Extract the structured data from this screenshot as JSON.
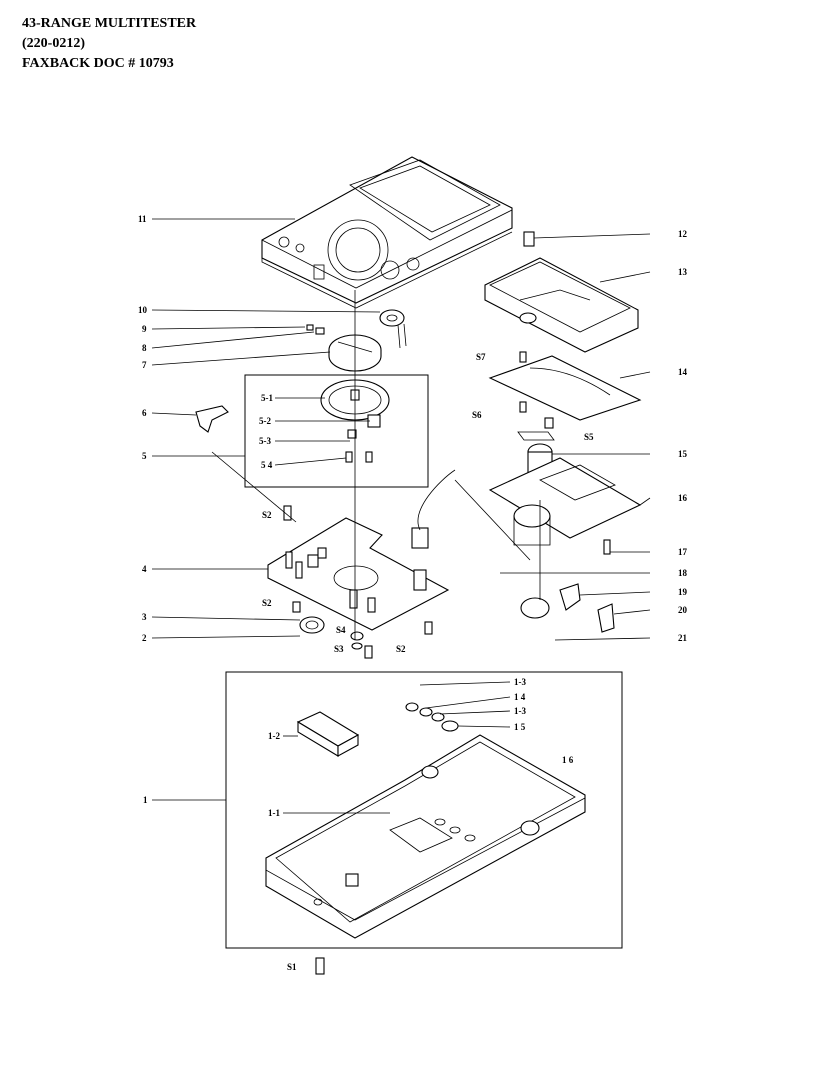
{
  "header": {
    "line1": "43-RANGE MULTITESTER",
    "line2": "(220-0212)",
    "line3": "FAXBACK DOC # 10793"
  },
  "callouts": {
    "c11": "11",
    "c10": "10",
    "c9": "9",
    "c8": "8",
    "c7": "7",
    "c6": "6",
    "c5": "5",
    "c5_1": "5-1",
    "c5_2": "5-2",
    "c5_3": "5-3",
    "c5_4": "5 4",
    "c4": "4",
    "c3": "3",
    "c2": "2",
    "c1": "1",
    "c1_1": "1-1",
    "c1_2": "1-2",
    "c1_3a": "1-3",
    "c1_4": "1 4",
    "c1_3b": "1-3",
    "c1_5": "1 5",
    "c1_6": "1 6",
    "c12": "12",
    "c13": "13",
    "c14": "14",
    "c15": "15",
    "c16": "16",
    "c17": "17",
    "c18": "18",
    "c19": "19",
    "c20": "20",
    "c21": "21",
    "s1": "S1",
    "s2a": "S2",
    "s2b": "S2",
    "s2c": "S2",
    "s3": "S3",
    "s4": "S4",
    "s5": "S5",
    "s6": "S6",
    "s7": "S7"
  }
}
